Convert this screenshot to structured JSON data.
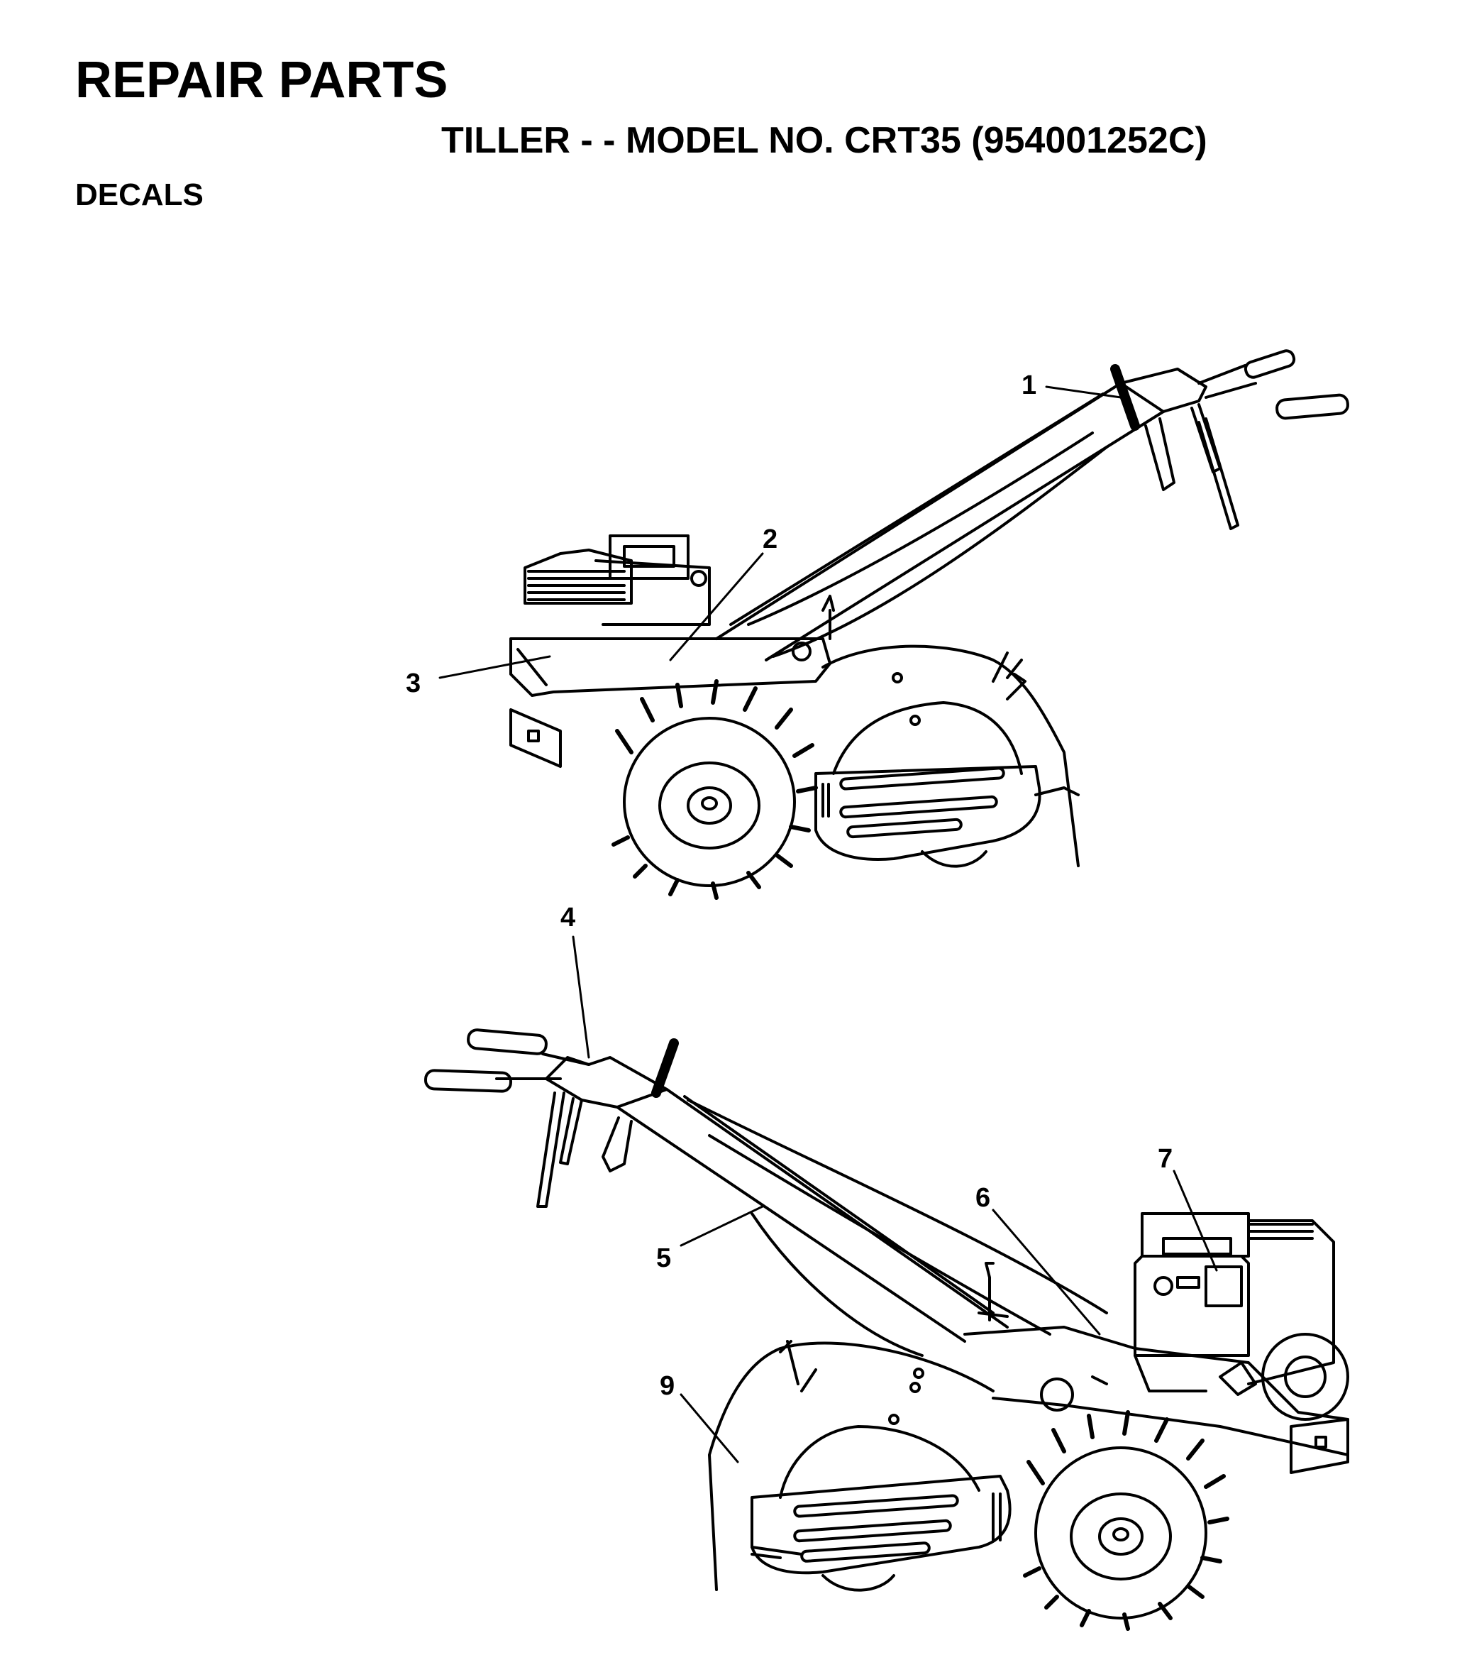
{
  "header": {
    "title": "REPAIR PARTS",
    "subtitle": "TILLER - - MODEL NO. CRT35 (954001252C)",
    "section": "DECALS"
  },
  "callouts": [
    "1",
    "2",
    "3",
    "4",
    "5",
    "6",
    "7",
    "9"
  ]
}
